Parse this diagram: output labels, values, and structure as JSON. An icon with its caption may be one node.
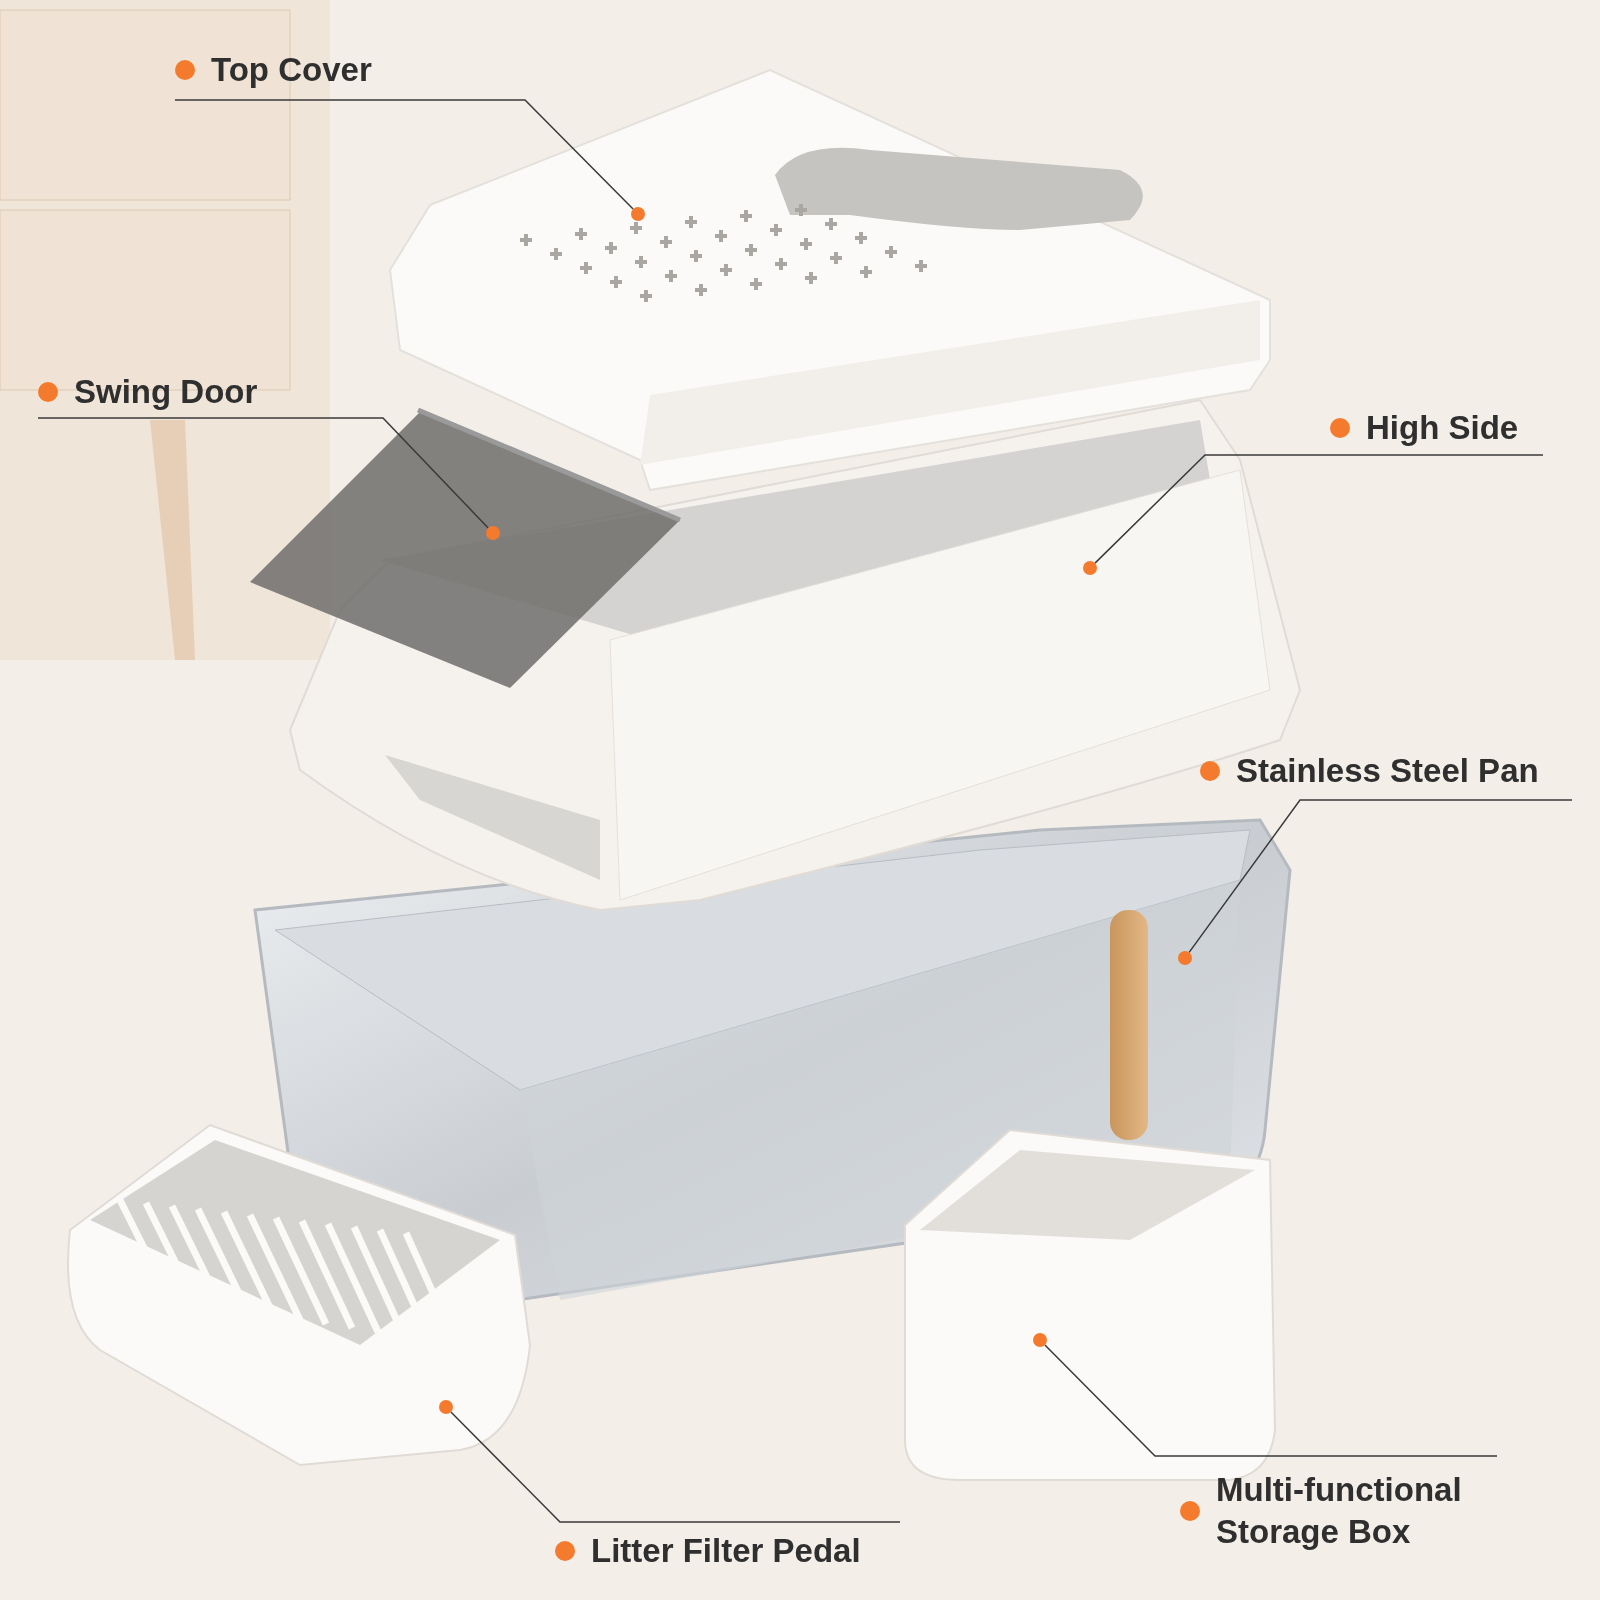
{
  "diagram": {
    "nodes": [
      {
        "text": [
          "Top Cover"
        ]
      },
      {
        "text": [
          "Swing Door"
        ]
      },
      {
        "text": [
          "High Side"
        ]
      },
      {
        "text": [
          "Stainless Steel Pan"
        ]
      },
      {
        "text": [
          "Litter Filter Pedal"
        ]
      },
      {
        "text": [
          "Multi-functional Storage Box"
        ]
      },
      {
        "text": [],
        "shape": "circle"
      },
      {
        "text": [],
        "shape": "circle"
      },
      {
        "text": [],
        "shape": "circle"
      },
      {
        "text": [],
        "shape": "circle"
      },
      {
        "text": [],
        "shape": "circle"
      },
      {
        "text": [],
        "shape": "circle"
      }
    ],
    "edges": [
      {
        "from": 0,
        "to": 6,
        "arrow": "none"
      },
      {
        "from": 1,
        "to": 7,
        "arrow": "none"
      },
      {
        "from": 2,
        "to": 8,
        "arrow": "none"
      },
      {
        "from": 3,
        "to": 9,
        "arrow": "none"
      },
      {
        "from": 4,
        "to": 10,
        "arrow": "none"
      },
      {
        "from": 5,
        "to": 11,
        "arrow": "none"
      }
    ]
  }
}
